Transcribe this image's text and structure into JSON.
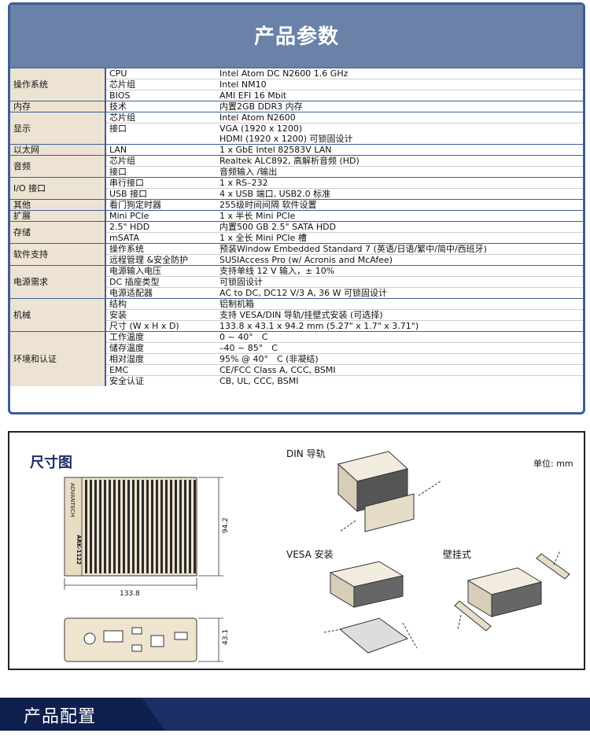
{
  "spec": {
    "title": "产品参数",
    "rows": [
      [
        "操作系统",
        "CPU",
        "Intel Atom DC N2600 1.6 GHz"
      ],
      [
        "",
        "芯片组",
        "Intel NM10"
      ],
      [
        "",
        "BIOS",
        "AMI EFI 16 Mbit"
      ],
      [
        "内存",
        "技术",
        "内置2GB DDR3 内存"
      ],
      [
        "显示",
        "芯片组",
        "Intel Atom N2600"
      ],
      [
        "",
        "接口",
        "VGA (1920 x 1200)"
      ],
      [
        "",
        "",
        "HDMI (1920 x 1200) 可锁固设计"
      ],
      [
        "以太网",
        "LAN",
        "1 x GbE Intel 82583V LAN"
      ],
      [
        "音频",
        "芯片组",
        "Realtek ALC892, 高解析音频 (HD)"
      ],
      [
        "",
        "接口",
        "音频输入 /输出"
      ],
      [
        "I/O 接口",
        "串行接口",
        "1 x RS–232"
      ],
      [
        "",
        "USB 接口",
        "4 x USB 端口, USB2.0 标准"
      ],
      [
        "其他",
        "看门狗定时器",
        "255级时间间隔 软件设置"
      ],
      [
        "扩展",
        "Mini PCIe",
        "1 x 半长 Mini PCIe"
      ],
      [
        "存储",
        "2.5\" HDD",
        "内置500 GB 2.5\" SATA HDD"
      ],
      [
        "",
        "mSATA",
        "1 x 全长 Mini PCIe 槽"
      ],
      [
        "软件支持",
        "操作系统",
        "预装Window Embedded Standard 7 (英语/日语/繁中/简中/西班牙)"
      ],
      [
        "",
        "远程管理 &安全防护",
        "SUSIAccess Pro (w/ Acronis and McAfee)"
      ],
      [
        "电源需求",
        "电源输入电压",
        "支持单线 12 V 输入，± 10%"
      ],
      [
        "",
        "DC 插座类型",
        "可锁固设计"
      ],
      [
        "",
        "电源适配器",
        "AC to DC, DC12 V/3 A, 36 W 可锁固设计"
      ],
      [
        "机械",
        "结构",
        "铝制机箱"
      ],
      [
        "",
        "安装",
        "支持 VESA/DIN 导轨/挂壁式安装 (可选择)"
      ],
      [
        "",
        "尺寸 (W x H x D)",
        "133.8 x 43.1 x 94.2 mm (5.27\" x 1.7\" x 3.71\")"
      ],
      [
        "环境和认证",
        "工作温度",
        "0 ~ 40°　C"
      ],
      [
        "",
        "储存温度",
        "–40 ~ 85°　C"
      ],
      [
        "",
        "相对湿度",
        "95% @ 40°　C (非凝结)"
      ],
      [
        "",
        "EMC",
        "CE/FCC Class A, CCC, BSMI"
      ],
      [
        "",
        "安全认证",
        "CB, UL, CCC, BSMI"
      ]
    ]
  },
  "dimensions": {
    "title": "尺寸图",
    "unit_label": "单位: mm",
    "din_label": "DIN 导轨",
    "vesa_label": "VESA 安装",
    "wall_label": "壁挂式",
    "width_value": "133.8",
    "depth_value": "94.2",
    "height_value": "43.1",
    "brand_text": "ADVANTECH",
    "model_text": "ARK-1122"
  },
  "footer": {
    "title": "产品配置"
  },
  "colors": {
    "accent": "#3f5e95",
    "header_bg": "#6a81a8",
    "category_bg": "#ede3d3",
    "footer_bg": "#1b2f66"
  }
}
